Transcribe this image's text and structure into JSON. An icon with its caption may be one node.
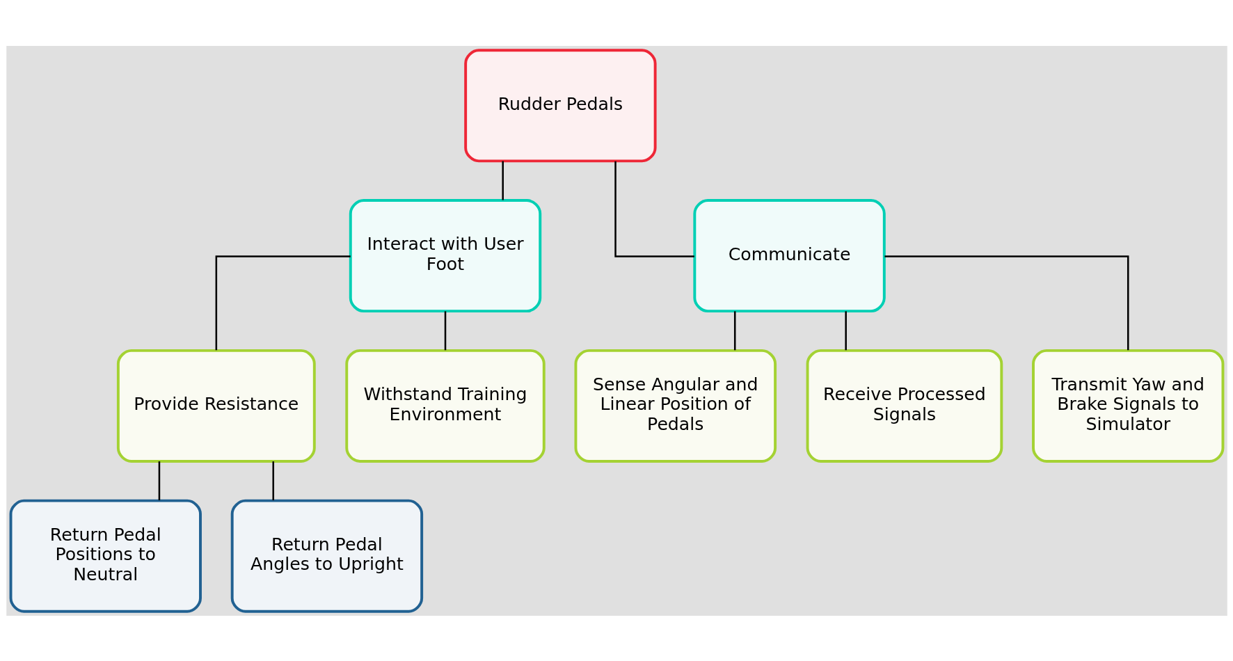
{
  "diagram": {
    "nodes": [
      {
        "text": [
          "Rudder Pedals"
        ]
      },
      {
        "text": [
          "Interact with User Foot"
        ]
      },
      {
        "text": [
          "Communicate"
        ]
      },
      {
        "text": [
          "Provide Resistance"
        ]
      },
      {
        "text": [
          "Withstand Training Environment"
        ]
      },
      {
        "text": [
          "Sense Angular and Linear Position of Pedals"
        ]
      },
      {
        "text": [
          "Receive Processed Signals"
        ]
      },
      {
        "text": [
          "Transmit Yaw and Brake Signals to Simulator"
        ]
      },
      {
        "text": [
          "Return Pedal Positions to Neutral"
        ]
      },
      {
        "text": [
          "Return Pedal Angles to Upright"
        ]
      }
    ],
    "edges": [
      {
        "from": 0,
        "to": 1,
        "arrow": "none"
      },
      {
        "from": 0,
        "to": 2,
        "arrow": "none"
      },
      {
        "from": 1,
        "to": 3,
        "arrow": "none"
      },
      {
        "from": 1,
        "to": 4,
        "arrow": "none"
      },
      {
        "from": 2,
        "to": 5,
        "arrow": "none"
      },
      {
        "from": 2,
        "to": 6,
        "arrow": "none"
      },
      {
        "from": 2,
        "to": 7,
        "arrow": "none"
      },
      {
        "from": 3,
        "to": 8,
        "arrow": "none"
      },
      {
        "from": 3,
        "to": 9,
        "arrow": "none"
      }
    ]
  }
}
